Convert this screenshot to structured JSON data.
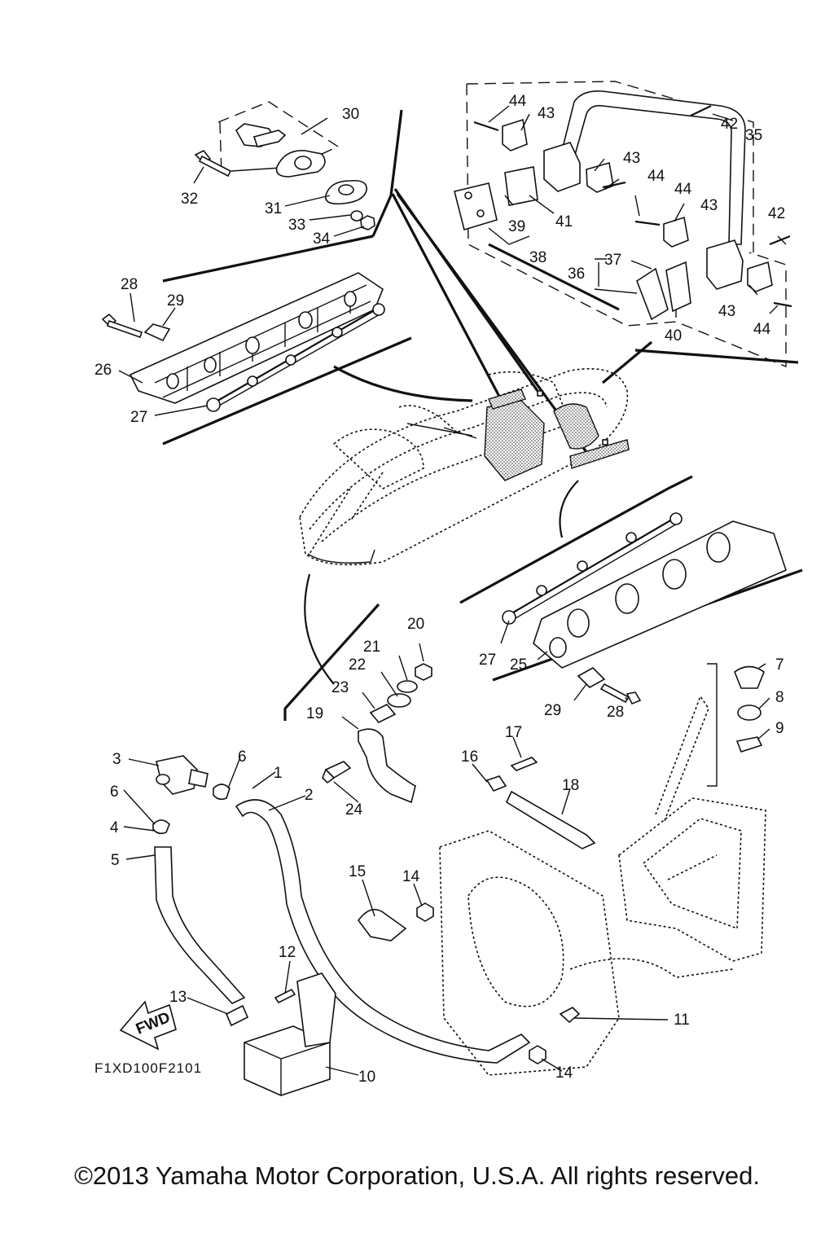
{
  "diagram": {
    "callouts": [
      {
        "id": "1",
        "text": "1"
      },
      {
        "id": "2",
        "text": "2"
      },
      {
        "id": "3",
        "text": "3"
      },
      {
        "id": "4",
        "text": "4"
      },
      {
        "id": "5",
        "text": "5"
      },
      {
        "id": "6a",
        "text": "6"
      },
      {
        "id": "6b",
        "text": "6"
      },
      {
        "id": "7",
        "text": "7"
      },
      {
        "id": "8",
        "text": "8"
      },
      {
        "id": "9",
        "text": "9"
      },
      {
        "id": "10",
        "text": "10"
      },
      {
        "id": "11",
        "text": "11"
      },
      {
        "id": "12",
        "text": "12"
      },
      {
        "id": "13",
        "text": "13"
      },
      {
        "id": "14a",
        "text": "14"
      },
      {
        "id": "14b",
        "text": "14"
      },
      {
        "id": "15",
        "text": "15"
      },
      {
        "id": "16",
        "text": "16"
      },
      {
        "id": "17",
        "text": "17"
      },
      {
        "id": "18",
        "text": "18"
      },
      {
        "id": "19",
        "text": "19"
      },
      {
        "id": "20",
        "text": "20"
      },
      {
        "id": "21",
        "text": "21"
      },
      {
        "id": "22",
        "text": "22"
      },
      {
        "id": "23",
        "text": "23"
      },
      {
        "id": "24",
        "text": "24"
      },
      {
        "id": "25",
        "text": "25"
      },
      {
        "id": "26",
        "text": "26"
      },
      {
        "id": "27a",
        "text": "27"
      },
      {
        "id": "27b",
        "text": "27"
      },
      {
        "id": "28a",
        "text": "28"
      },
      {
        "id": "28b",
        "text": "28"
      },
      {
        "id": "29a",
        "text": "29"
      },
      {
        "id": "29b",
        "text": "29"
      },
      {
        "id": "30",
        "text": "30"
      },
      {
        "id": "31",
        "text": "31"
      },
      {
        "id": "32",
        "text": "32"
      },
      {
        "id": "33",
        "text": "33"
      },
      {
        "id": "34",
        "text": "34"
      },
      {
        "id": "35",
        "text": "35"
      },
      {
        "id": "36",
        "text": "36"
      },
      {
        "id": "37",
        "text": "37"
      },
      {
        "id": "38",
        "text": "38"
      },
      {
        "id": "39",
        "text": "39"
      },
      {
        "id": "40",
        "text": "40"
      },
      {
        "id": "41",
        "text": "41"
      },
      {
        "id": "42a",
        "text": "42"
      },
      {
        "id": "42b",
        "text": "42"
      },
      {
        "id": "43a",
        "text": "43"
      },
      {
        "id": "43b",
        "text": "43"
      },
      {
        "id": "43c",
        "text": "43"
      },
      {
        "id": "43d",
        "text": "43"
      },
      {
        "id": "44a",
        "text": "44"
      },
      {
        "id": "44b",
        "text": "44"
      },
      {
        "id": "44c",
        "text": "44"
      },
      {
        "id": "44d",
        "text": "44"
      }
    ],
    "fwd_label": "FWD",
    "diagram_code": "F1XD100F2101"
  },
  "footer": {
    "copyright": "©2013 Yamaha Motor Corporation, U.S.A. All rights reserved."
  },
  "colors": {
    "ink": "#111111",
    "background": "#ffffff"
  }
}
